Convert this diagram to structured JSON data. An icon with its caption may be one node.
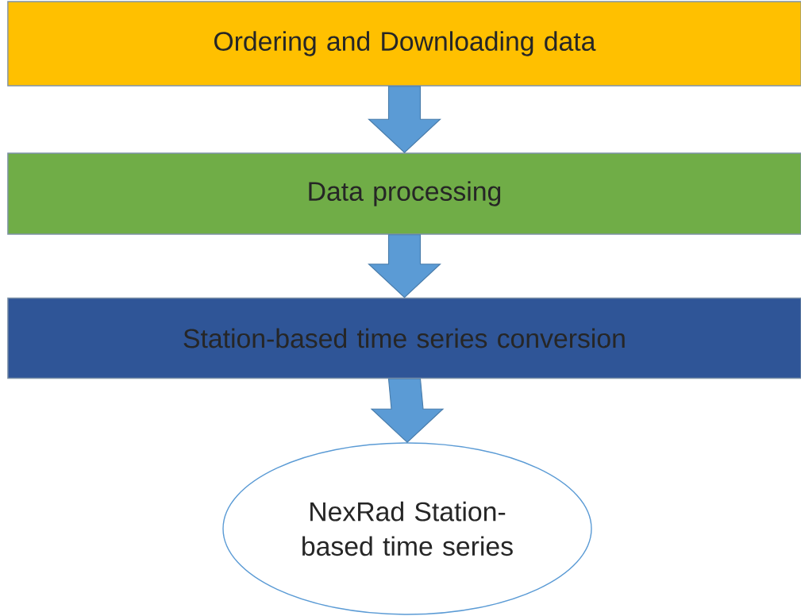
{
  "diagram": {
    "nodes": [
      {
        "text": [
          "Ordering and Downloading data"
        ]
      },
      {
        "text": [
          "Data processing"
        ]
      },
      {
        "text": [
          "Station-based time series conversion"
        ]
      },
      {
        "text": [
          "NexRad Station-based time series"
        ]
      }
    ],
    "edges": [
      {
        "from": 0,
        "to": 1,
        "arrow": "to"
      },
      {
        "from": 1,
        "to": 2,
        "arrow": "to"
      },
      {
        "from": 2,
        "to": 3,
        "arrow": "to"
      }
    ]
  }
}
